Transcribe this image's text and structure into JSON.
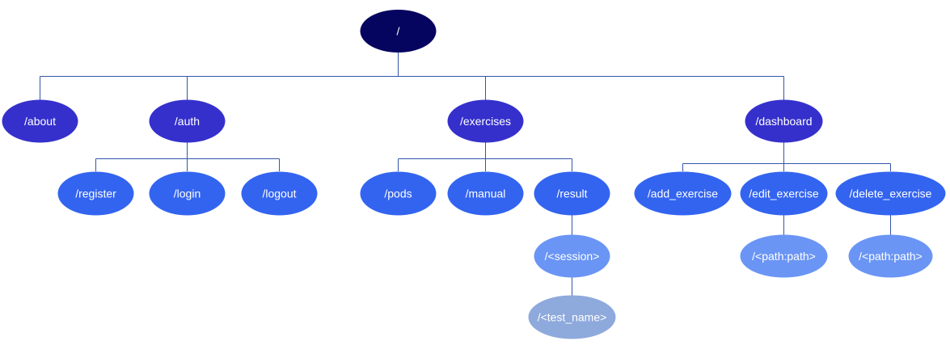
{
  "colors": {
    "level0": "#05045f",
    "level1": "#3530cc",
    "level2": "#3364f0",
    "level3": "#6a95f5",
    "level4": "#8ea9dc",
    "edge": "#3355aa",
    "label": "#ffffff"
  },
  "nodes": {
    "root": {
      "label": "/"
    },
    "about": {
      "label": "/about"
    },
    "auth": {
      "label": "/auth"
    },
    "exercises": {
      "label": "/exercises"
    },
    "dashboard": {
      "label": "/dashboard"
    },
    "register": {
      "label": "/register"
    },
    "login": {
      "label": "/login"
    },
    "logout": {
      "label": "/logout"
    },
    "pods": {
      "label": "/pods"
    },
    "manual": {
      "label": "/manual"
    },
    "result": {
      "label": "/result"
    },
    "add_exercise": {
      "label": "/add_exercise"
    },
    "edit_exercise": {
      "label": "/edit_exercise"
    },
    "delete_exercise": {
      "label": "/delete_exercise"
    },
    "session": {
      "label": "/<session>"
    },
    "edit_path": {
      "label": "/<path:path>"
    },
    "delete_path": {
      "label": "/<path:path>"
    },
    "test_name": {
      "label": "/<test_name>"
    }
  }
}
